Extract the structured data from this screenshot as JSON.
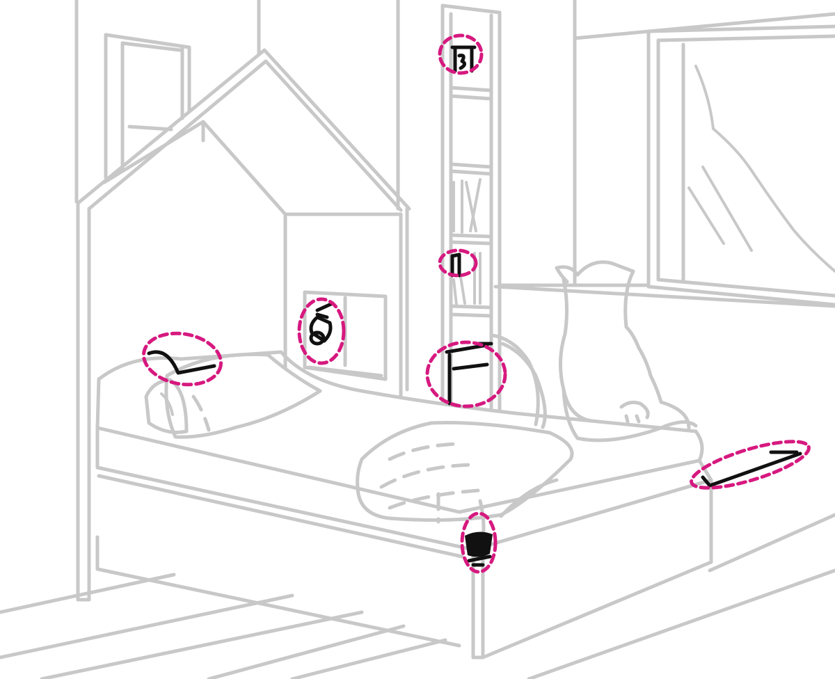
{
  "colors": {
    "outline": "#c8c8c8",
    "difference_ink": "#111111",
    "marker": "#d6197f",
    "background": "#ffffff"
  },
  "differences": [
    {
      "name": "cup-on-shelf"
    },
    {
      "name": "book-spine-on-shelf"
    },
    {
      "name": "toilet-paper-roll-in-niche"
    },
    {
      "name": "pillow-strap"
    },
    {
      "name": "nightstand-frame"
    },
    {
      "name": "bed-edge-bar"
    },
    {
      "name": "bed-corner-leg"
    }
  ]
}
